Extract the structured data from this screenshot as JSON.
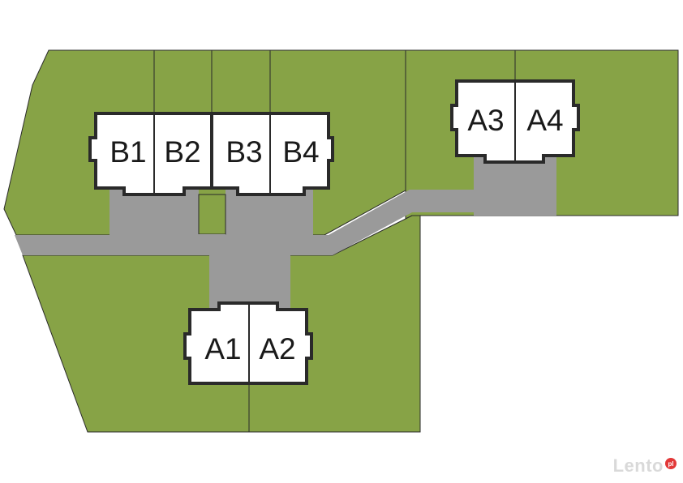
{
  "colors": {
    "land": "#87a346",
    "road": "#9a9a9a",
    "line": "#2a2a2a",
    "building": "#ffffff"
  },
  "units": {
    "b1": "B1",
    "b2": "B2",
    "b3": "B3",
    "b4": "B4",
    "a1": "A1",
    "a2": "A2",
    "a3": "A3",
    "a4": "A4"
  },
  "watermark": {
    "text": "Lento",
    "badge": "pl"
  }
}
